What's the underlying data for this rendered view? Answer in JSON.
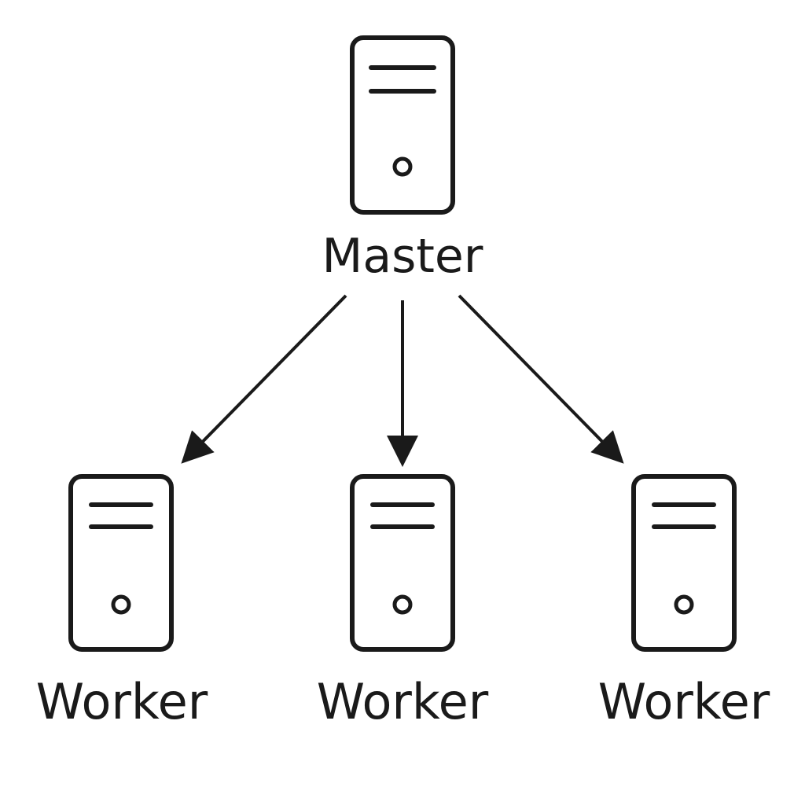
{
  "diagram": {
    "master": {
      "label": "Master",
      "icon": "server-icon"
    },
    "workers": [
      {
        "label": "Worker",
        "icon": "server-icon"
      },
      {
        "label": "Worker",
        "icon": "server-icon"
      },
      {
        "label": "Worker",
        "icon": "server-icon"
      }
    ],
    "connections": [
      {
        "from": "Master",
        "to": "Worker 1"
      },
      {
        "from": "Master",
        "to": "Worker 2"
      },
      {
        "from": "Master",
        "to": "Worker 3"
      }
    ],
    "colors": {
      "stroke": "#1a1a1a",
      "background": "#ffffff"
    }
  }
}
